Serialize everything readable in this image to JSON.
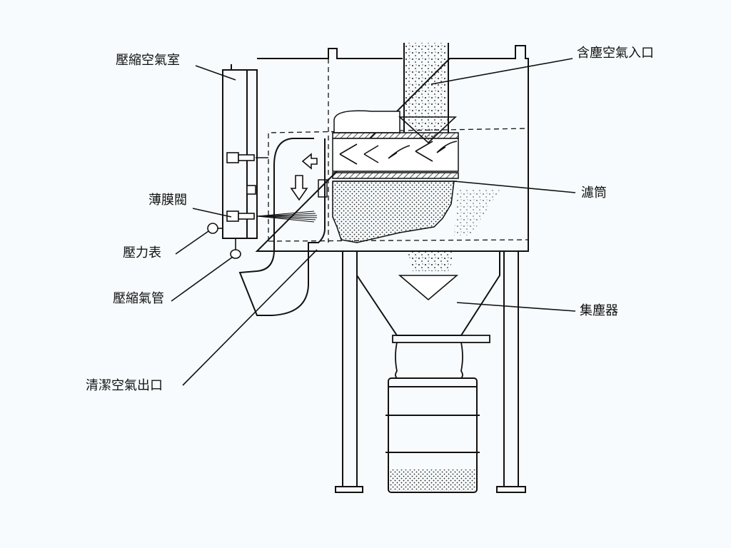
{
  "labels": {
    "compressed_air_chamber": "壓縮空氣室",
    "diaphragm_valve": "薄膜閥",
    "pressure_gauge": "壓力表",
    "compressed_air_pipe": "壓縮氣管",
    "clean_air_outlet": "清潔空氣出口",
    "dusty_air_inlet": "含塵空氣入口",
    "filter_cartridge": "濾筒",
    "dust_collector": "集塵器"
  }
}
